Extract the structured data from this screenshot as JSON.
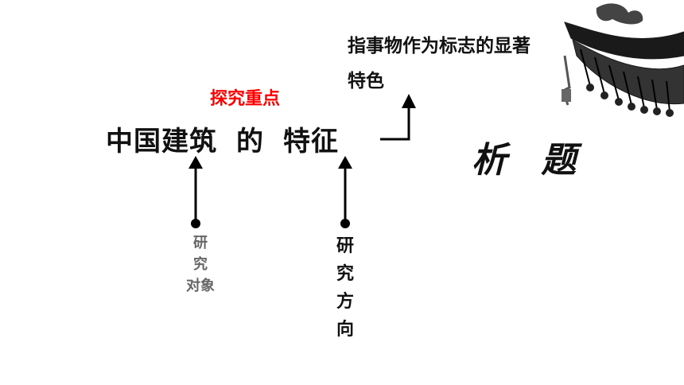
{
  "topic": {
    "part1": "中国建筑",
    "part2": "的",
    "part3": "特征"
  },
  "focus_label": "探究重点",
  "meaning_text": "指事物作为标志的显著特色",
  "analyze_title": "析 题",
  "research_object": [
    "研",
    "究",
    "对象"
  ],
  "research_direction": [
    "研",
    "究",
    "方",
    "向"
  ],
  "colors": {
    "focus": "#ff0000",
    "text": "#111111",
    "muted": "#666666"
  }
}
